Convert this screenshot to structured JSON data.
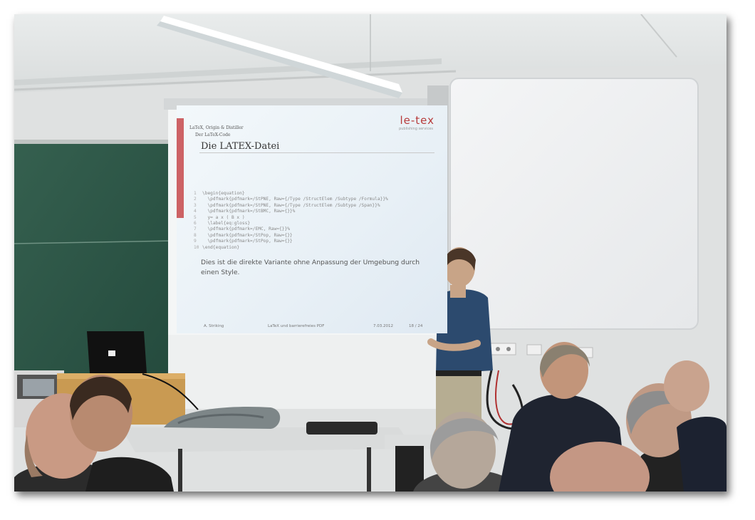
{
  "slide": {
    "breadcrumb_1": "LaTeX, Origin & Distiller",
    "breadcrumb_2": "Der LaTeX-Code",
    "title": "Die LATEX-Datei",
    "logo": "le-tex",
    "logo_sub": "publishing services",
    "code_lines": [
      {
        "n": "1",
        "code": "\\begin{equation}"
      },
      {
        "n": "2",
        "code": "  \\pdfmark{pdfmark=/StPNE, Raw={/Type /StructElem /Subtype /Formula}}%"
      },
      {
        "n": "3",
        "code": "  \\pdfmark{pdfmark=/StPNE, Raw={/Type /StructElem /Subtype /Span}}%"
      },
      {
        "n": "4",
        "code": "  \\pdfmark{pdfmark=/StBMC, Raw={}}%"
      },
      {
        "n": "5",
        "code": "  y= a x ( B x )"
      },
      {
        "n": "6",
        "code": "  \\label{eq:gloss}"
      },
      {
        "n": "7",
        "code": "  \\pdfmark{pdfmark=/EMC, Raw={}}%"
      },
      {
        "n": "8",
        "code": "  \\pdfmark{pdfmark=/StPop, Raw={}}"
      },
      {
        "n": "9",
        "code": "  \\pdfmark{pdfmark=/StPop, Raw={}}"
      },
      {
        "n": "10",
        "code": "\\end{equation}"
      }
    ],
    "body_text": "Dies ist die direkte Variante ohne Anpassung der Umgebung durch einen Style.",
    "footer_author": "A. Striking",
    "footer_title": "LaTeX und barrierefreies PDF",
    "footer_date": "7.03.2012",
    "footer_page": "18 / 24"
  },
  "colors": {
    "chalkboard": "#2e5a4c",
    "wall": "#e4e6e6",
    "accent_red": "#c7484a",
    "shirt": "#2c4a6e"
  }
}
